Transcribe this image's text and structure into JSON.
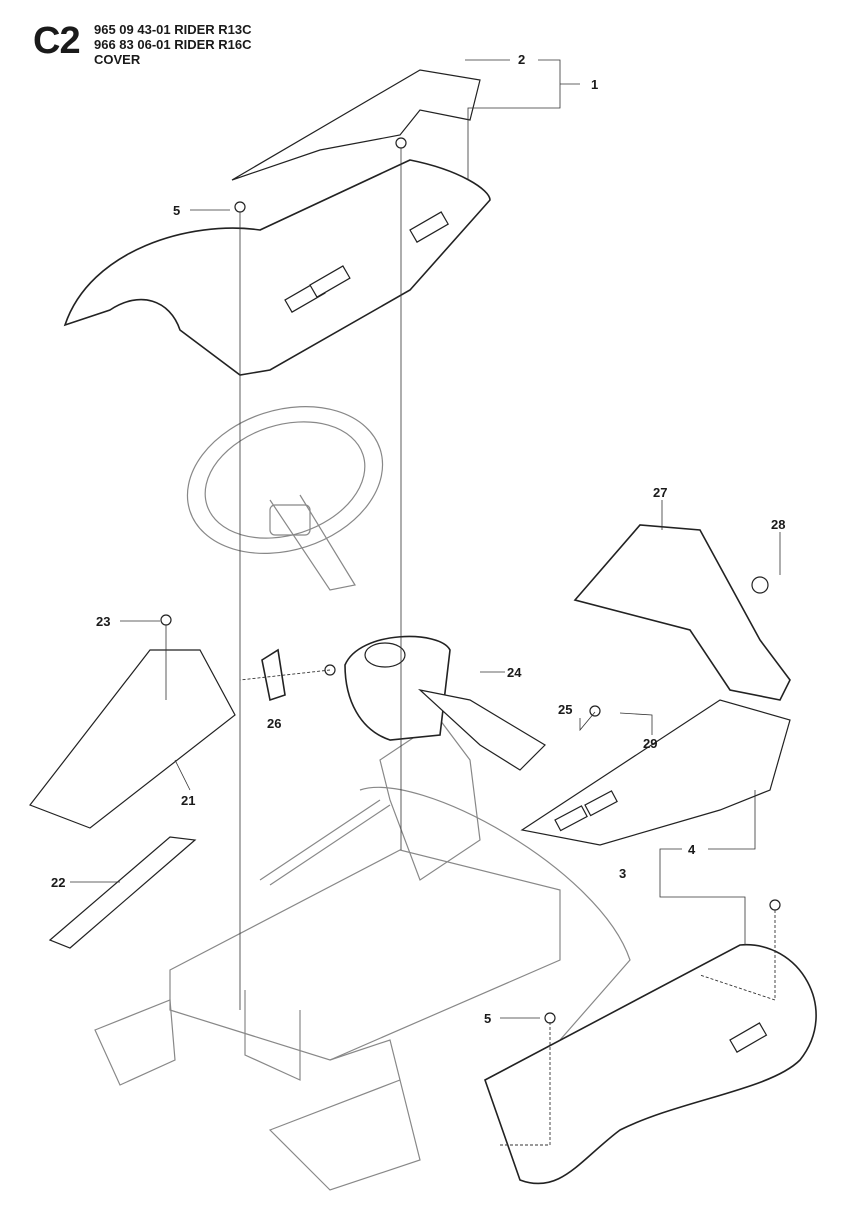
{
  "header": {
    "code": "C2",
    "lines": [
      "965 09 43-01 RIDER R13C",
      "966 83 06-01 RIDER R16C",
      "COVER"
    ]
  },
  "callouts": {
    "c1": "1",
    "c2": "2",
    "c3": "3",
    "c4": "4",
    "c5a": "5",
    "c5b": "5",
    "c21": "21",
    "c22": "22",
    "c23": "23",
    "c24": "24",
    "c25": "25",
    "c26": "26",
    "c27": "27",
    "c28": "28",
    "c29": "29"
  }
}
